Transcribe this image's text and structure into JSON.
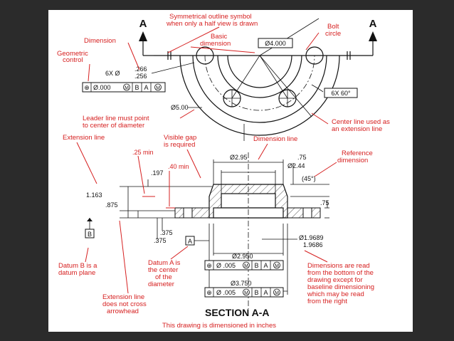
{
  "diagram": {
    "annotations": {
      "symmetrical": [
        "Symmetrical outline symbol",
        "when only a half view is drawn"
      ],
      "bolt_circle": [
        "Bolt",
        "circle"
      ],
      "dimension": "Dimension",
      "basic_dimension": [
        "Basic",
        "dimension"
      ],
      "geometric_control": [
        "Geometric",
        "control"
      ],
      "leader_line": [
        "Leader line must point",
        "to center of diameter"
      ],
      "center_line": [
        "Center line used as",
        "an extension line"
      ],
      "extension_line": "Extension line",
      "visible_gap": [
        "Visible gap",
        "is required"
      ],
      "dimension_line": "Dimension line",
      "reference_dimension": [
        "Reference",
        "dimension"
      ],
      "datum_b": [
        "Datum B is a",
        "datum plane"
      ],
      "datum_a": [
        "Datum A is",
        "the center",
        "of the",
        "diameter"
      ],
      "extension_cross": [
        "Extension line",
        "does not cross",
        "arrowhead"
      ],
      "dimensions_read": [
        "Dimensions are read",
        "from the bottom of the",
        "drawing except for",
        "baseline dimensioning",
        "which may be read",
        "from the right"
      ]
    },
    "labels": {
      "section_letter": "A",
      "section_title": "SECTION A-A",
      "footer": "This drawing is dimensioned in inches"
    },
    "dimensions": {
      "bolt_circle_basic": "Ø4.000",
      "hole_count": "6X Ø",
      "hole_upper": ".266",
      "hole_lower": ".256",
      "fcf_top": [
        "⊕",
        "Ø.000",
        "M",
        "B",
        "A",
        "M"
      ],
      "angle": "6X 60°",
      "center_dia": "Ø5.00",
      "d_295": "Ø2.95",
      "d_244": "Ø2.44",
      "d_075a": ".75",
      "d_045": "(45°)",
      "d_075b": ".75",
      "d_025": ".25 min",
      "d_040": ".40 min",
      "d_197": ".197",
      "d_1163": "1.163",
      "d_875": ".875",
      "d_375a": ".375",
      "d_375b": ".375",
      "d_19689": "Ø1.9689",
      "d_19686": "1.9686",
      "d_2950": "Ø2.950",
      "d_3750": "Ø3.750",
      "fcf_mid": [
        "⊕",
        "Ø .005",
        "M",
        "B",
        "A",
        "M"
      ],
      "fcf_bot": [
        "⊕",
        "Ø .005",
        "M",
        "B",
        "A",
        "M"
      ],
      "datum_a_box": "A",
      "datum_b_box": "B"
    }
  }
}
